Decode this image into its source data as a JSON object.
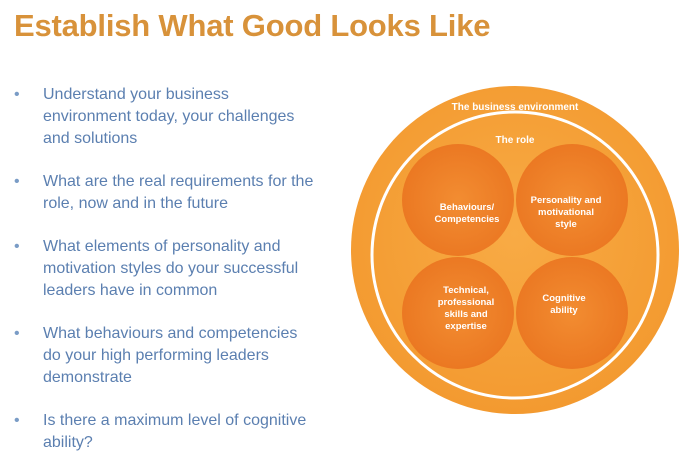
{
  "title": "Establish What Good Looks Like",
  "bullets": [
    {
      "line1": "Understand your business",
      "line2": "environment today, your challenges",
      "line3": "and solutions"
    },
    {
      "line1": "What are the real requirements for the",
      "line2": "role, now and in the future"
    },
    {
      "line1": "What elements of personality and",
      "line2": "motivation styles do your successful",
      "line3": "leaders have in common"
    },
    {
      "line1": "What behaviours and competencies",
      "line2": "do your high performing leaders",
      "line3": "demonstrate"
    },
    {
      "line1": "Is there a maximum level of cognitive",
      "line2": "ability?"
    }
  ],
  "bullet_glyph": "•",
  "diagram": {
    "outer_label": "The business environment",
    "inner_label": "The role",
    "quadrants": {
      "top_left": {
        "line1": "Behaviours/",
        "line2": "Competencies"
      },
      "top_right": {
        "line1": "Personality and",
        "line2": "motivational",
        "line3": "style"
      },
      "bottom_left": {
        "line1": "Technical,",
        "line2": "professional",
        "line3": "skills and",
        "line4": "expertise"
      },
      "bottom_right": {
        "line1": "Cognitive",
        "line2": "ability"
      }
    }
  },
  "colors": {
    "title": "#d8923a",
    "bullet_text": "#5b7fb0",
    "outer_circle": "#f5a03a",
    "inner_ring": "#ffffff",
    "quadrant_fill": "#ef7d22"
  }
}
